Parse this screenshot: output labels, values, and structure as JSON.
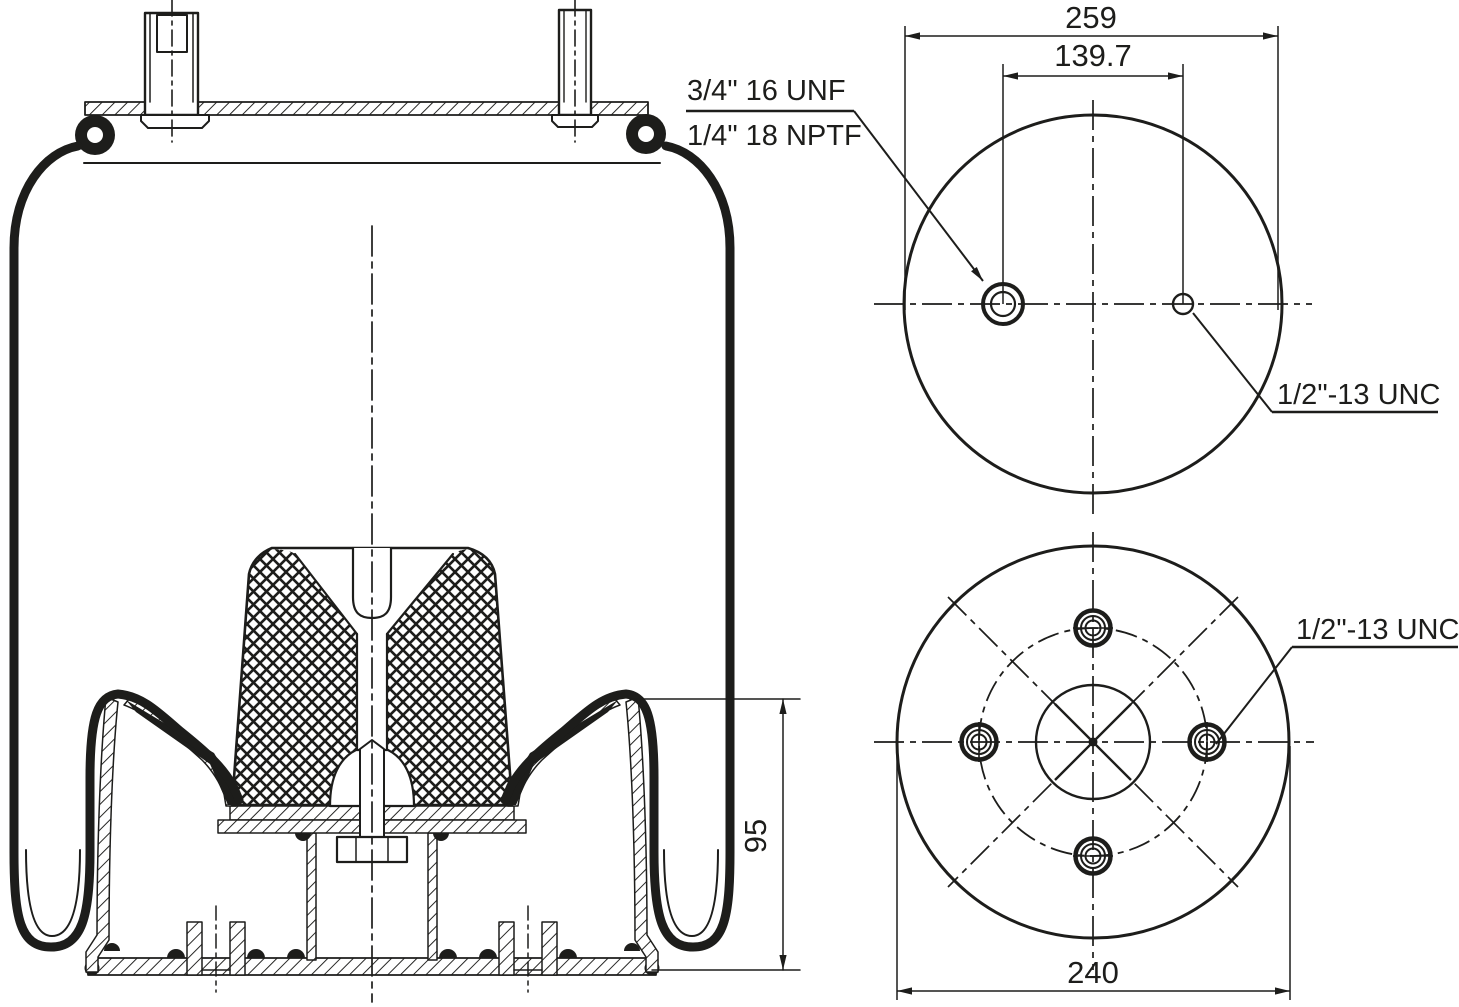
{
  "colors": {
    "ink": "#1d1d1b",
    "paper": "#ffffff"
  },
  "side_view": {
    "lobe_height_dim": "95"
  },
  "top_view": {
    "overall_dim": "259",
    "port_spacing_dim": "139.7",
    "stud_thread_label": "3/4\" 16 UNF",
    "air_port_label": "1/4\" 18 NPTF",
    "hole_thread_label": "1/2\"-13 UNC"
  },
  "bottom_view": {
    "overall_dim": "240",
    "hole_thread_label": "1/2\"-13 UNC"
  }
}
